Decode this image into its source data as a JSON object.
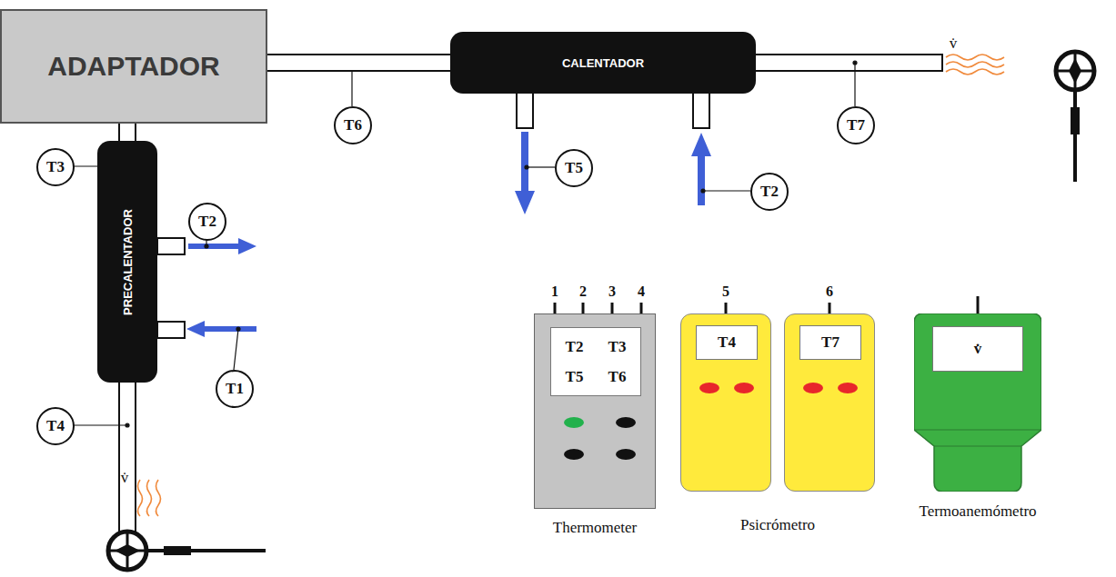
{
  "diagram": {
    "nodes": [
      {
        "text": [
          "ADAPTADOR"
        ]
      },
      {
        "text": [
          "CALENTADOR"
        ]
      },
      {
        "text": [
          "T6"
        ]
      },
      {
        "text": [
          "T7"
        ]
      },
      {
        "text": [
          "T5"
        ]
      },
      {
        "text": [
          "T2"
        ]
      },
      {
        "text": [
          "T3"
        ]
      },
      {
        "text": [
          "T2"
        ]
      },
      {
        "text": [
          "PRECALENTADOR"
        ]
      },
      {
        "text": [
          "T1"
        ]
      },
      {
        "text": [
          "T4"
        ]
      },
      {
        "text": [
          "T2",
          "T3",
          "T5",
          "T6",
          "Thermometer"
        ]
      },
      {
        "text": [
          "T4"
        ]
      },
      {
        "text": [
          "T7"
        ]
      },
      {
        "text": [
          "v̇",
          "Termoanemómetro"
        ]
      }
    ],
    "edges": [
      {
        "from": 8,
        "to": 0,
        "arrow": "none"
      },
      {
        "from": 0,
        "to": 1,
        "arrow": "none"
      }
    ],
    "labels": [
      "1",
      "2",
      "3",
      "4",
      "5",
      "6",
      "Psicrómetro",
      "v̇",
      "v̇"
    ]
  }
}
